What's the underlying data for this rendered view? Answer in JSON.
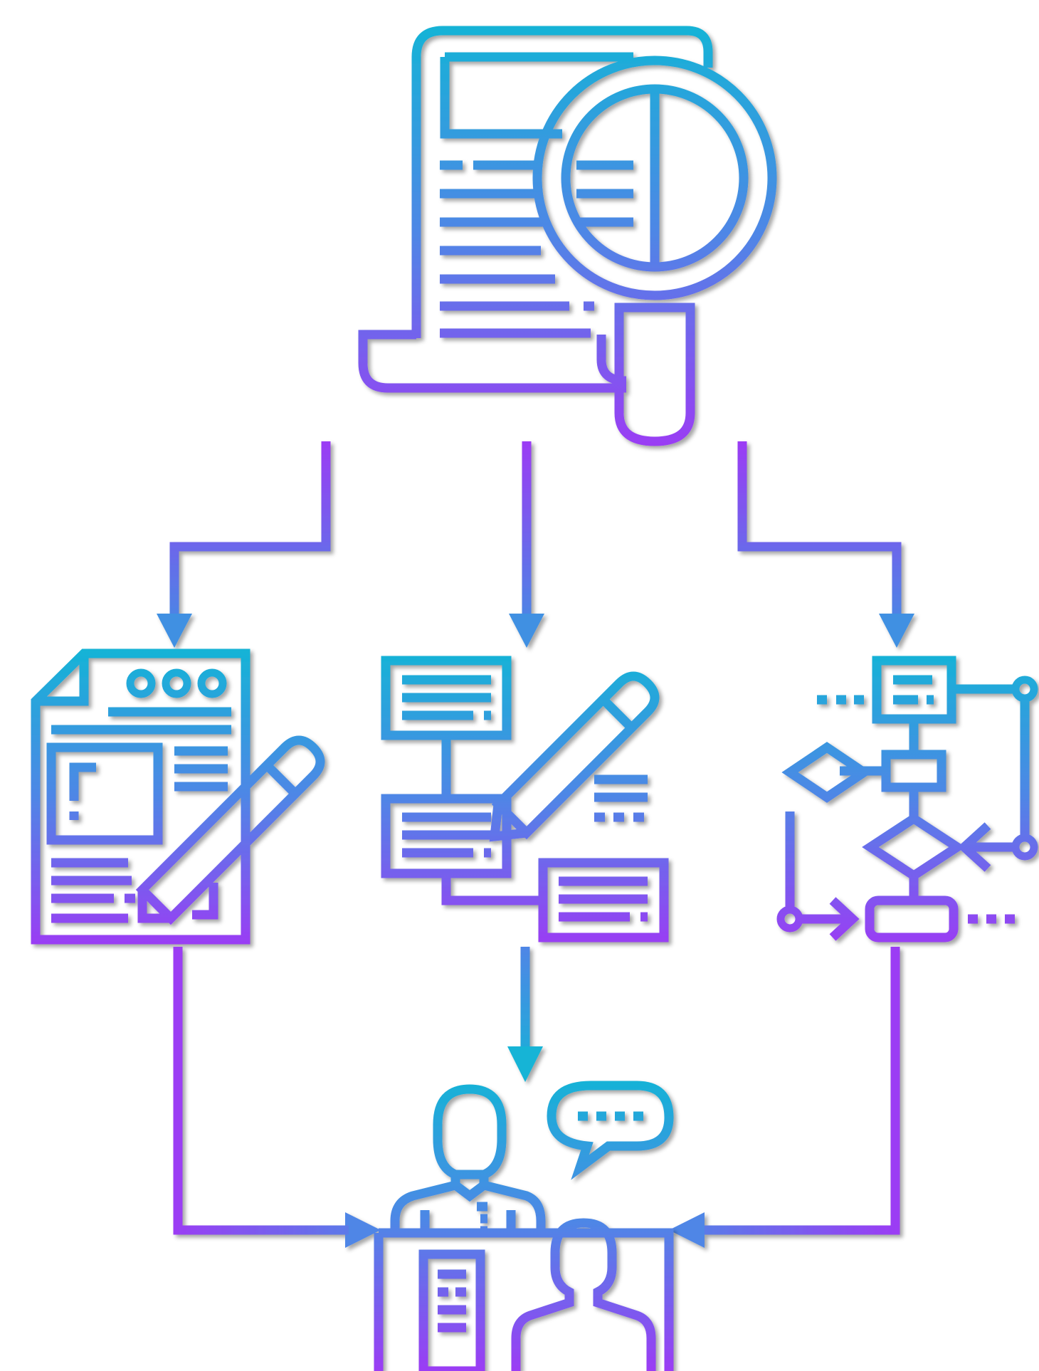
{
  "diagram": {
    "type": "process-flow",
    "nodes": [
      {
        "id": "analysis",
        "icon": "document-magnifier-icon"
      },
      {
        "id": "writing",
        "icon": "document-pencil-icon"
      },
      {
        "id": "planning",
        "icon": "flow-boxes-pencil-icon"
      },
      {
        "id": "workflow",
        "icon": "flowchart-icon"
      },
      {
        "id": "presentation",
        "icon": "speaker-presentation-icon"
      }
    ],
    "edges": [
      {
        "from": "analysis",
        "to": "writing"
      },
      {
        "from": "analysis",
        "to": "planning"
      },
      {
        "from": "analysis",
        "to": "workflow"
      },
      {
        "from": "writing",
        "to": "presentation"
      },
      {
        "from": "planning",
        "to": "presentation"
      },
      {
        "from": "workflow",
        "to": "presentation"
      }
    ],
    "colors": {
      "gradient_top": "#14b4d6",
      "gradient_mid": "#4f86e6",
      "gradient_bottom": "#9b3cf4"
    }
  }
}
